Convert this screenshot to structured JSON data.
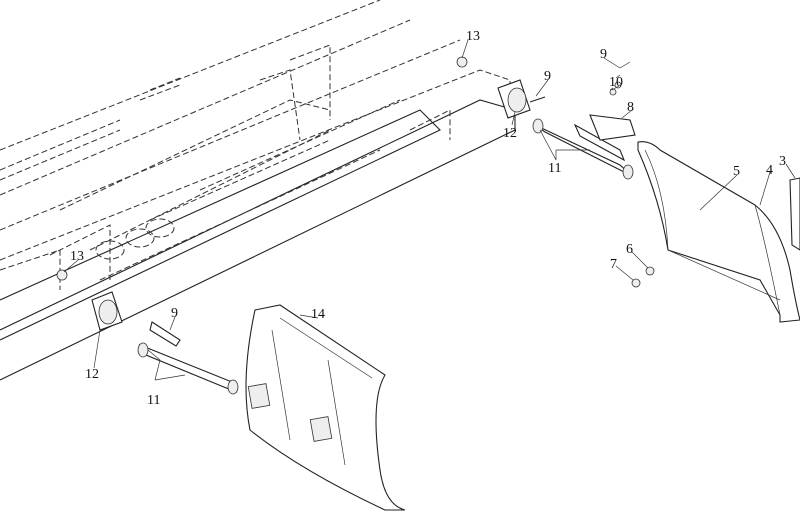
{
  "callouts": {
    "c13a": "13",
    "c9a": "9",
    "c9b": "9",
    "c10": "10",
    "c8": "8",
    "c12a": "12",
    "c11a": "11",
    "c5": "5",
    "c4": "4",
    "c3": "3",
    "c6": "6",
    "c7": "7",
    "c13b": "13",
    "c9c": "9",
    "c14": "14",
    "c12b": "12",
    "c11b": "11"
  }
}
